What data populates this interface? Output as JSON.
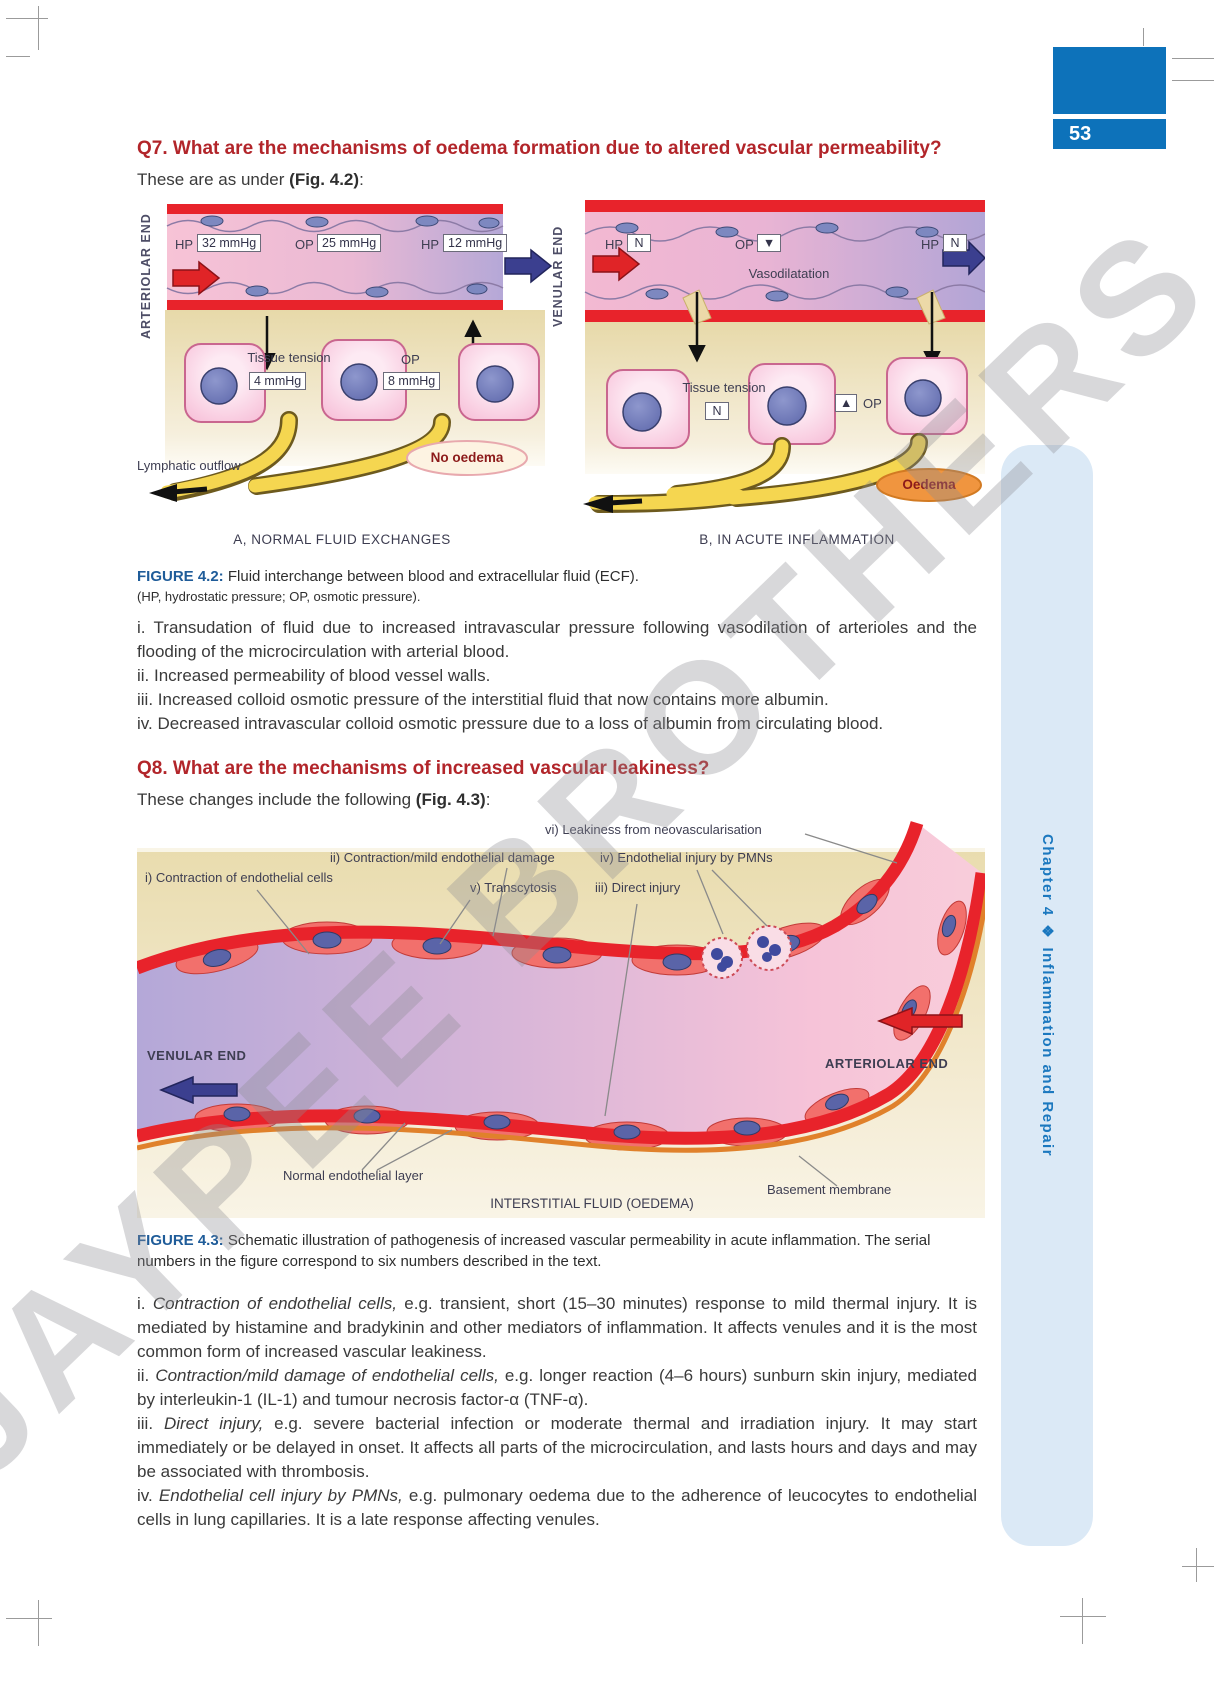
{
  "page": {
    "number": "53"
  },
  "sidebar": {
    "chapter_label": "Chapter 4 ❖ Inflammation and Repair"
  },
  "watermark": "JAYPEE BROTHERS",
  "colors": {
    "heading_red": "#b2252a",
    "figure_blue": "#1f5c99",
    "badge_blue": "#0d72ba"
  },
  "q7": {
    "heading": "Q7. What are the mechanisms of oedema formation due to altered vascular permeability?",
    "intro_pre": "These are as under ",
    "intro_bold": "(Fig. 4.2)",
    "intro_post": ":",
    "points": [
      "i. Transudation of fluid due to increased intravascular pressure following vasodilation of arterioles and the flooding of the microcirculation with arterial blood.",
      "ii. Increased permeability of blood vessel walls.",
      "iii. Increased colloid osmotic pressure of the interstitial fluid that now contains more albumin.",
      "iv. Decreased intravascular colloid osmotic pressure due to a loss of albumin from circulating blood."
    ]
  },
  "fig42": {
    "panelA": {
      "end_left": "ARTERIOLAR END",
      "end_right": "VENULAR END",
      "hp1": "HP",
      "hp1_val": "32 mmHg",
      "op1": "OP",
      "op1_val": "25 mmHg",
      "hp2": "HP",
      "hp2_val": "12 mmHg",
      "tissue_tension": "Tissue tension",
      "tissue_tension_val": "4 mmHg",
      "op2": "OP",
      "op2_val": "8 mmHg",
      "lymphatic": "Lymphatic outflow",
      "status": "No oedema",
      "caption": "A, NORMAL FLUID EXCHANGES"
    },
    "panelB": {
      "hp1": "HP",
      "hp1_val": "N",
      "op1": "OP",
      "op1_val": "▼",
      "vasodilatation": "Vasodilatation",
      "hp2": "HP",
      "hp2_val": "N",
      "tissue_tension": "Tissue tension",
      "tissue_tension_val": "N",
      "op2_val": "▲",
      "op2": "OP",
      "status": "Oedema",
      "caption": "B, IN ACUTE INFLAMMATION"
    },
    "caption_label": "FIGURE 4.2:",
    "caption_text": " Fluid interchange between blood and extracellular fluid (ECF).",
    "caption_sub": "(HP, hydrostatic pressure; OP, osmotic pressure)."
  },
  "q8": {
    "heading": "Q8. What are the mechanisms of increased vascular leakiness?",
    "intro_pre": "These changes include the following ",
    "intro_bold": "(Fig. 4.3)",
    "intro_post": ":",
    "points": [
      {
        "num": "i. ",
        "em": "Contraction of endothelial cells,",
        "rest": " e.g. transient, short (15–30 minutes) response to mild thermal injury. It is mediated by histamine and bradykinin and other mediators of inflammation. It affects venules and it is the most common form of increased vascular leakiness."
      },
      {
        "num": "ii. ",
        "em": "Contraction/mild damage of endothelial cells,",
        "rest": " e.g. longer reaction (4–6 hours) sunburn skin injury, mediated by interleukin-1 (IL-1) and tumour necrosis factor-α (TNF-α)."
      },
      {
        "num": "iii. ",
        "em": "Direct injury,",
        "rest": " e.g. severe bacterial infection or moderate thermal and irradiation injury. It may start immediately or be delayed in onset. It affects all parts of the microcirculation, and lasts hours and days and may be associated with thrombosis."
      },
      {
        "num": "iv. ",
        "em": "Endothelial cell injury by PMNs,",
        "rest": " e.g. pulmonary oedema due to the adherence of leucocytes to endothelial cells in lung capillaries. It is a late response affecting venules."
      }
    ]
  },
  "fig43": {
    "labels": {
      "vi": "vi) Leakiness from neovascularisation",
      "ii": "ii) Contraction/mild endothelial damage",
      "iv": "iv) Endothelial injury by PMNs",
      "i": "i) Contraction of endothelial cells",
      "v": "v) Transcytosis",
      "iii": "iii) Direct injury",
      "venular_end": "VENULAR END",
      "arteriolar_end": "ARTERIOLAR END",
      "normal_endothelial": "Normal endothelial layer",
      "basement_membrane": "Basement membrane",
      "interstitial": "INTERSTITIAL FLUID (OEDEMA)"
    },
    "caption_label": "FIGURE 4.3:",
    "caption_text": " Schematic illustration of pathogenesis of increased vascular permeability in acute inflammation. The serial numbers in the figure correspond to six numbers described in the text."
  }
}
